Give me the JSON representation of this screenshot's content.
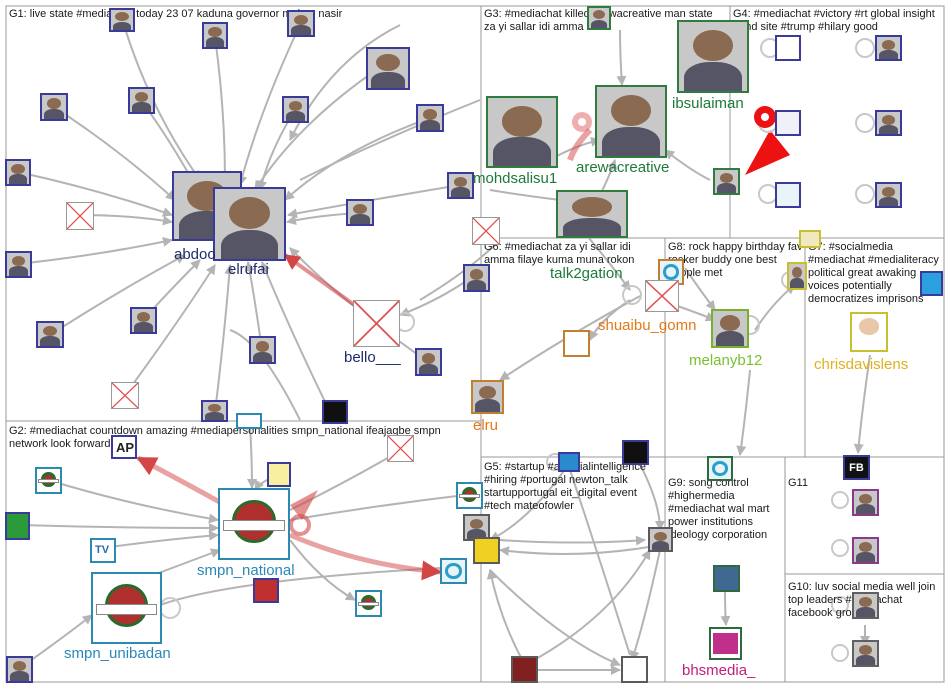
{
  "groups": [
    {
      "id": "G1",
      "title": "G1: live state #mediachat today 23 07 kaduna governor malam nasir"
    },
    {
      "id": "G2",
      "title": "G2: #mediachat countdown amazing #mediapersonalities smpn_national ifeajagbe smpn network look forward"
    },
    {
      "id": "G3",
      "title": "G3: #mediachat killed arewacreative man state za yi sallar idi amma"
    },
    {
      "id": "G4",
      "title": "G4: #mediachat #victory #rt global insight hand site #trump #hilary good"
    },
    {
      "id": "G5",
      "title": "G5: #startup #artificialintelligence #hiring #portugal newton_talk startupportugal eit_digital event #tech mateofowler"
    },
    {
      "id": "G6",
      "title": "G6: #mediachat za yi sallar idi amma filaye kuma muna rokon"
    },
    {
      "id": "G7",
      "title": "G7: #socialmedia #mediachat #medialiteracy political great awaking voices potentially democratizes imprisons"
    },
    {
      "id": "G8",
      "title": "G8: rock happy birthday fav rocker buddy one best people met"
    },
    {
      "id": "G9",
      "title": "G9: song control #highermedia #mediachat wal mart power institutions ideology corporation"
    },
    {
      "id": "G10",
      "title": "G10: luv social media well join top leaders #mediachat facebook group"
    },
    {
      "id": "G11",
      "title": "G11"
    }
  ],
  "labels": {
    "abdoo": "abdoo",
    "elrufai": "elrufai",
    "bello": "bello___",
    "mohdsalisu1": "mohdsalisu1",
    "arewacreative": "arewacreative",
    "ibsulaiman": "ibsulaiman",
    "talk2gation": "talk2gation",
    "shuaibu_gomn": "shuaibu_gomn",
    "elru": "elru",
    "melanyb12": "melanyb12",
    "chrisdavislens": "chrisdavislens",
    "smpn_national": "smpn_national",
    "smpn_unibadan": "smpn_unibadan",
    "bhsmedia": "bhsmedia_"
  },
  "node_glyphs": {
    "fb": "FB",
    "ap": "AP",
    "tv": "TV"
  },
  "colors": {
    "group_border": "#9a9a9a",
    "edge": "#b4b4b4",
    "edge_red": "#d24646",
    "label_g1": "#1f2a6b",
    "label_g3": "#1e7a3a",
    "label_g2": "#2a88b8",
    "label_g6": "#e07a1a",
    "label_g7": "#e0b020",
    "label_g8": "#7ac030",
    "label_g9": "#c0207a",
    "marker_red": "#ee1111"
  }
}
